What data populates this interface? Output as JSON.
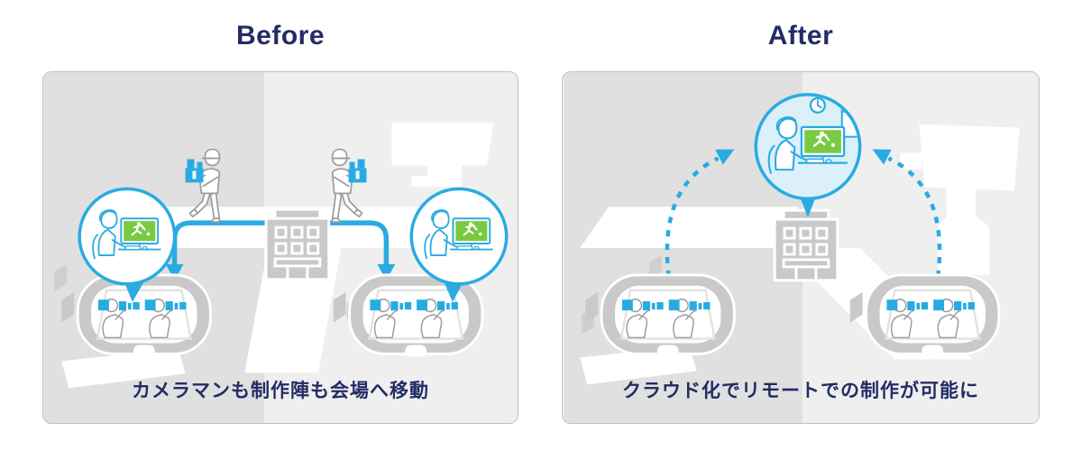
{
  "page": {
    "background": "#FFFFFF"
  },
  "colors": {
    "accent_blue": "#29ABE2",
    "navy_text": "#232C64",
    "screen_green": "#7AC943",
    "panel_gray_dark": "#E0E0E0",
    "panel_gray_light": "#EFEFEF",
    "structure_gray": "#C9C9C9",
    "outline_gray": "#9B9B9B",
    "map_accent_gray": "#CFCFCF",
    "circle_blue_fill": "#DCF0FA"
  },
  "before": {
    "title": "Before",
    "caption": "カメラマンも制作陣も会場へ移動",
    "icons": [
      "worker-carrying-equipment-icon",
      "broadcast-building-icon",
      "route-arrow-line",
      "production-room-callout-circle",
      "stadium-with-cameramen-icon"
    ]
  },
  "after": {
    "title": "After",
    "caption": "クラウド化でリモートでの制作が可能に",
    "icons": [
      "cloud-remote-operator-circle",
      "wall-clock-icon",
      "broadcast-building-icon",
      "dashed-uplink-arrow",
      "stadium-with-cameramen-icon"
    ]
  }
}
